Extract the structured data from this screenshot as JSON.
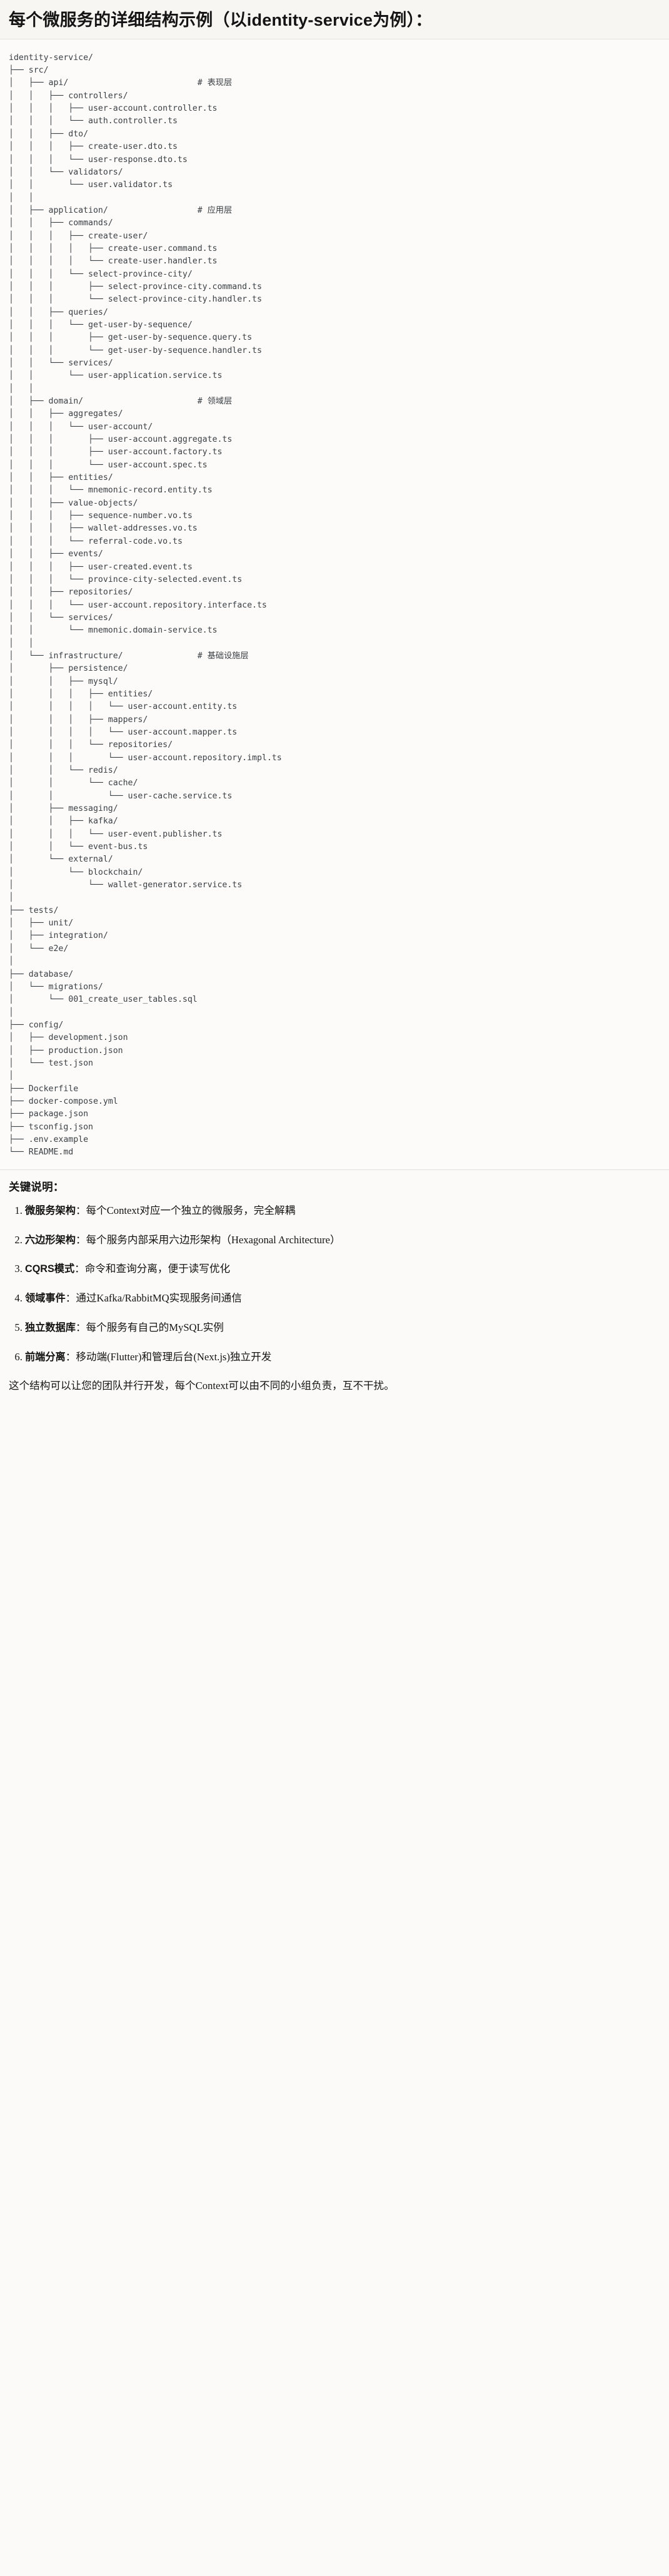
{
  "heading": "每个微服务的详细结构示例（以identity-service为例）：",
  "tree": {
    "lines": [
      "identity-service/",
      "├── src/",
      "│   ├── api/                          # 表现层",
      "│   │   ├── controllers/",
      "│   │   │   ├── user-account.controller.ts",
      "│   │   │   └── auth.controller.ts",
      "│   │   ├── dto/",
      "│   │   │   ├── create-user.dto.ts",
      "│   │   │   └── user-response.dto.ts",
      "│   │   └── validators/",
      "│   │       └── user.validator.ts",
      "│   │",
      "│   ├── application/                  # 应用层",
      "│   │   ├── commands/",
      "│   │   │   ├── create-user/",
      "│   │   │   │   ├── create-user.command.ts",
      "│   │   │   │   └── create-user.handler.ts",
      "│   │   │   └── select-province-city/",
      "│   │   │       ├── select-province-city.command.ts",
      "│   │   │       └── select-province-city.handler.ts",
      "│   │   ├── queries/",
      "│   │   │   └── get-user-by-sequence/",
      "│   │   │       ├── get-user-by-sequence.query.ts",
      "│   │   │       └── get-user-by-sequence.handler.ts",
      "│   │   └── services/",
      "│   │       └── user-application.service.ts",
      "│   │",
      "│   ├── domain/                       # 领域层",
      "│   │   ├── aggregates/",
      "│   │   │   └── user-account/",
      "│   │   │       ├── user-account.aggregate.ts",
      "│   │   │       ├── user-account.factory.ts",
      "│   │   │       └── user-account.spec.ts",
      "│   │   ├── entities/",
      "│   │   │   └── mnemonic-record.entity.ts",
      "│   │   ├── value-objects/",
      "│   │   │   ├── sequence-number.vo.ts",
      "│   │   │   ├── wallet-addresses.vo.ts",
      "│   │   │   └── referral-code.vo.ts",
      "│   │   ├── events/",
      "│   │   │   ├── user-created.event.ts",
      "│   │   │   └── province-city-selected.event.ts",
      "│   │   ├── repositories/",
      "│   │   │   └── user-account.repository.interface.ts",
      "│   │   └── services/",
      "│   │       └── mnemonic.domain-service.ts",
      "│   │",
      "│   └── infrastructure/               # 基础设施层",
      "│       ├── persistence/",
      "│       │   ├── mysql/",
      "│       │   │   ├── entities/",
      "│       │   │   │   └── user-account.entity.ts",
      "│       │   │   ├── mappers/",
      "│       │   │   │   └── user-account.mapper.ts",
      "│       │   │   └── repositories/",
      "│       │   │       └── user-account.repository.impl.ts",
      "│       │   └── redis/",
      "│       │       └── cache/",
      "│       │           └── user-cache.service.ts",
      "│       ├── messaging/",
      "│       │   ├── kafka/",
      "│       │   │   └── user-event.publisher.ts",
      "│       │   └── event-bus.ts",
      "│       └── external/",
      "│           └── blockchain/",
      "│               └── wallet-generator.service.ts",
      "│",
      "├── tests/",
      "│   ├── unit/",
      "│   ├── integration/",
      "│   └── e2e/",
      "│",
      "├── database/",
      "│   └── migrations/",
      "│       └── 001_create_user_tables.sql",
      "│",
      "├── config/",
      "│   ├── development.json",
      "│   ├── production.json",
      "│   └── test.json",
      "│",
      "├── Dockerfile",
      "├── docker-compose.yml",
      "├── package.json",
      "├── tsconfig.json",
      "├── .env.example",
      "└── README.md"
    ]
  },
  "notes": {
    "title": "关键说明：",
    "items": [
      {
        "term": "微服务架构",
        "sep": "：",
        "body": "每个Context对应一个独立的微服务，完全解耦"
      },
      {
        "term": "六边形架构",
        "sep": "：",
        "body": "每个服务内部采用六边形架构（Hexagonal Architecture）"
      },
      {
        "term": "CQRS模式",
        "sep": "：",
        "body": "命令和查询分离，便于读写优化"
      },
      {
        "term": "领域事件",
        "sep": "：",
        "body": "通过Kafka/RabbitMQ实现服务间通信"
      },
      {
        "term": "独立数据库",
        "sep": "：",
        "body": "每个服务有自己的MySQL实例"
      },
      {
        "term": "前端分离",
        "sep": "：",
        "body": "移动端(Flutter)和管理后台(Next.js)独立开发"
      }
    ],
    "closing": "这个结构可以让您的团队并行开发，每个Context可以由不同的小组负责，互不干扰。"
  },
  "colors": {
    "page_bg": "#fbfaf8",
    "heading_bg": "#f7f6f2",
    "rule": "#e3e1dc",
    "code_text": "#3b4045",
    "body_text": "#141414"
  }
}
